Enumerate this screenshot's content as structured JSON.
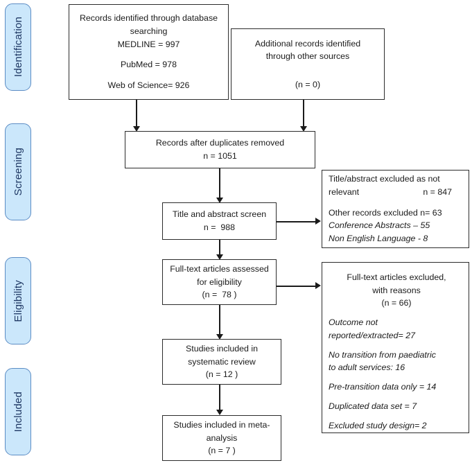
{
  "figure": {
    "type": "prisma-flow-diagram",
    "colors": {
      "stage_fill": "#cbe7fb",
      "stage_border": "#5b8cc4",
      "stage_text": "#1f3864",
      "box_border": "#2b2b2b",
      "box_fill": "#ffffff",
      "connector": "#1a1a1a",
      "background": "#ffffff"
    }
  },
  "stages": [
    {
      "label": "Identification"
    },
    {
      "label": "Screening"
    },
    {
      "label": "Eligibility"
    },
    {
      "label": "Included"
    }
  ],
  "boxes": {
    "database_search": {
      "lines": [
        "Records identified through database",
        "searching",
        "MEDLINE = 997",
        "",
        "PubMed = 978",
        "",
        "Web of Science= 926"
      ]
    },
    "other_sources": {
      "lines": [
        "Additional records identified",
        "through other sources",
        "",
        "(n = 0)"
      ]
    },
    "duplicates_removed": {
      "lines": [
        "Records after duplicates removed",
        "n = 1051"
      ]
    },
    "title_abstract_screen": {
      "lines": [
        "Title and abstract screen",
        "n =  988"
      ]
    },
    "title_abstract_excluded": {
      "line1_text": "Title/abstract excluded as not",
      "line2_text": "relevant",
      "line2_value": "n = 847",
      "line3": "Other records excluded n= 63",
      "line4": "Conference Abstracts – 55",
      "line5": "Non English Language - 8"
    },
    "fulltext_assessed": {
      "lines": [
        "Full-text articles assessed",
        "for eligibility",
        "(n =  78 )"
      ]
    },
    "fulltext_excluded": {
      "heading": [
        "Full-text articles excluded,",
        "with reasons",
        "(n = 66)"
      ],
      "reasons": [
        "Outcome not",
        "reported/extracted= 27",
        "No transition from paediatric",
        "to adult services: 16",
        "Pre-transition data only = 14",
        "Duplicated data set = 7",
        "Excluded study design= 2"
      ]
    },
    "included_systematic_review": {
      "lines": [
        "Studies included in",
        "systematic review",
        "(n = 12 )"
      ]
    },
    "included_meta_analysis": {
      "lines": [
        "Studies included in meta-",
        "analysis",
        "(n = 7 )"
      ]
    }
  }
}
